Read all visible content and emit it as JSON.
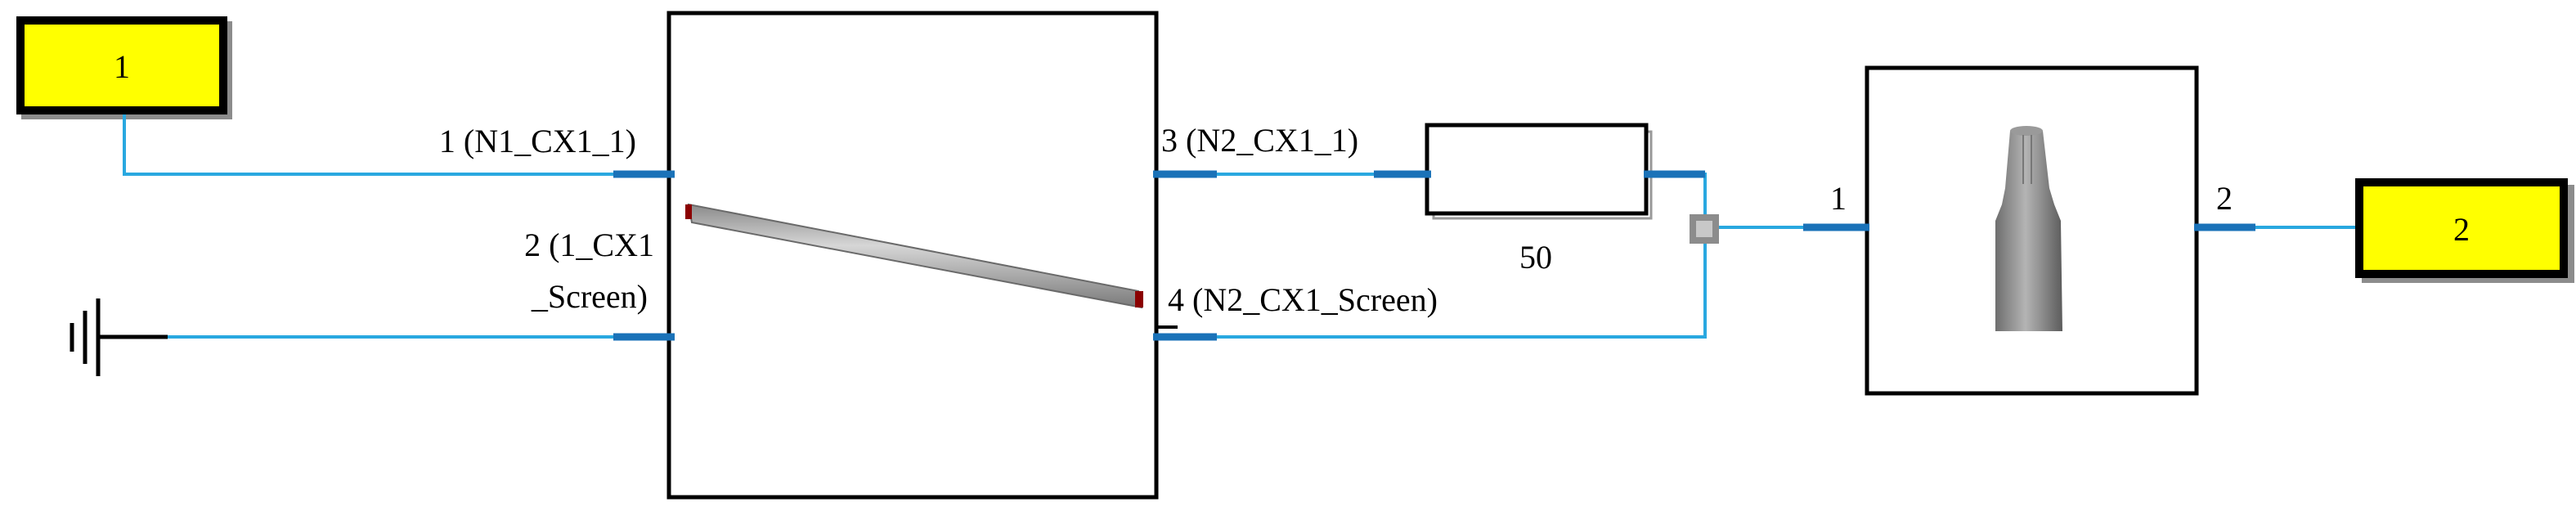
{
  "ports": {
    "in_port": {
      "label": "1"
    },
    "out_port": {
      "label": "2"
    }
  },
  "coax_block": {
    "pin1_label": "1 (N1_CX1_1)",
    "pin2_label_line1": "2 (1_CX1",
    "pin2_label_line2": "_Screen)",
    "pin3_label": "3 (N2_CX1_1)",
    "pin4_label": "4 (N2_CX1_Screen)"
  },
  "resistor": {
    "value": "50"
  },
  "connector_block": {
    "pin1_label": "1",
    "pin2_label": "2"
  },
  "colors": {
    "wire": "#29a8e0",
    "pin_stub": "#1a72b8",
    "port_fill": "#ffff00",
    "block_stroke": "#000000"
  }
}
